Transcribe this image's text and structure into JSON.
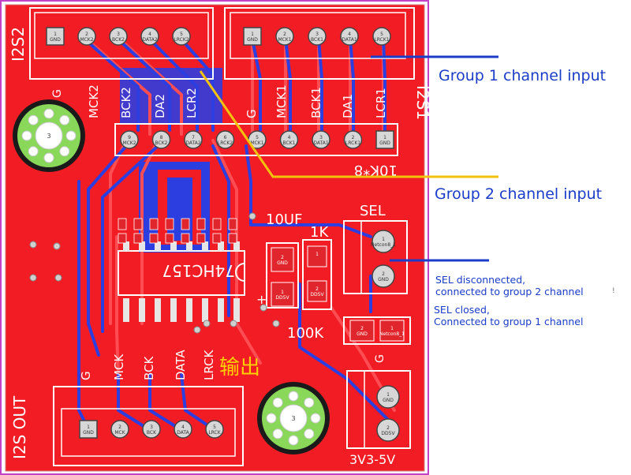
{
  "silkscreen": {
    "i2s2": "I2S2",
    "i2s1": "I2S1",
    "i2s_out": "I2S OUT",
    "g_left": "G",
    "header_labels_top": [
      "MCK2",
      "BCK2",
      "DA2",
      "LCR2",
      "G",
      "MCK1",
      "BCK1",
      "DA1",
      "LCR1"
    ],
    "resistor_array": "10K*8",
    "chip": "74HC157",
    "cap": "10UF",
    "r1k": "1K",
    "sel": "SEL",
    "r100k": "100K",
    "output_cn": "输出",
    "out_labels": [
      "G",
      "MCK",
      "BCK",
      "DATA",
      "LRCK"
    ],
    "g_right": "G",
    "voltage": "3V3-5V",
    "hole_label": "3",
    "plus": "+"
  },
  "connectors": {
    "i2s2_pins": [
      {
        "num": "1",
        "name": "GND"
      },
      {
        "num": "2",
        "name": "MCK2"
      },
      {
        "num": "3",
        "name": "BCK2"
      },
      {
        "num": "4",
        "name": "DATA2"
      },
      {
        "num": "5",
        "name": "LRCK2"
      }
    ],
    "i2s1_pins": [
      {
        "num": "1",
        "name": "GND"
      },
      {
        "num": "2",
        "name": "MCK1"
      },
      {
        "num": "3",
        "name": "BCK1"
      },
      {
        "num": "4",
        "name": "DATA1"
      },
      {
        "num": "5",
        "name": "LRCK1"
      }
    ],
    "header_pins": [
      {
        "num": "9",
        "name": "MCK2"
      },
      {
        "num": "8",
        "name": "BCK2"
      },
      {
        "num": "7",
        "name": "DATA2"
      },
      {
        "num": "6",
        "name": "LRCK2"
      },
      {
        "num": "5",
        "name": "MCK1"
      },
      {
        "num": "4",
        "name": "BCK1"
      },
      {
        "num": "3",
        "name": "DATA1"
      },
      {
        "num": "2",
        "name": "LRCK1"
      },
      {
        "num": "1",
        "name": "GND"
      }
    ],
    "out_pins": [
      {
        "num": "1",
        "name": "GND"
      },
      {
        "num": "2",
        "name": "MCK"
      },
      {
        "num": "3",
        "name": "BCK"
      },
      {
        "num": "4",
        "name": "DATA"
      },
      {
        "num": "5",
        "name": "LRCK"
      }
    ],
    "sel_pins": [
      {
        "num": "1",
        "name": "Netcon8_1"
      },
      {
        "num": "2",
        "name": "GND"
      }
    ],
    "power_pins": [
      {
        "num": "1",
        "name": "GND"
      },
      {
        "num": "2",
        "name": "DD5V"
      }
    ],
    "cap_pads": [
      {
        "num": "2",
        "name": "GND"
      },
      {
        "num": "1",
        "name": "DD5V"
      }
    ],
    "r1k_pads": [
      {
        "num": "1",
        "name": ""
      },
      {
        "num": "2",
        "name": "DD5V"
      }
    ],
    "r100k_pads": [
      {
        "num": "2",
        "name": "GND"
      },
      {
        "num": "1",
        "name": "Netcon8_1"
      }
    ]
  },
  "annotations": {
    "group1": "Group 1 channel input",
    "group2": "Group 2 channel input",
    "sel_disc_line1": "SEL disconnected,",
    "sel_disc_line2": "connected to group 2 channel",
    "sel_closed_line1": "SEL closed,",
    "sel_closed_line2": "Connected to group 1 channel",
    "stray_mark": "!"
  },
  "colors": {
    "board": "#f21d24",
    "trace_top": "#ff4d54",
    "trace_bottom": "#2d3ee0",
    "silkscreen": "#ffffff",
    "pad": "#d7d7d7",
    "hole_ring": "#8ad85a",
    "annotation": "#1a3cc8",
    "leader_blue": "#1a3cc8",
    "leader_yellow": "#f2c20c",
    "border": "#c243c6"
  }
}
